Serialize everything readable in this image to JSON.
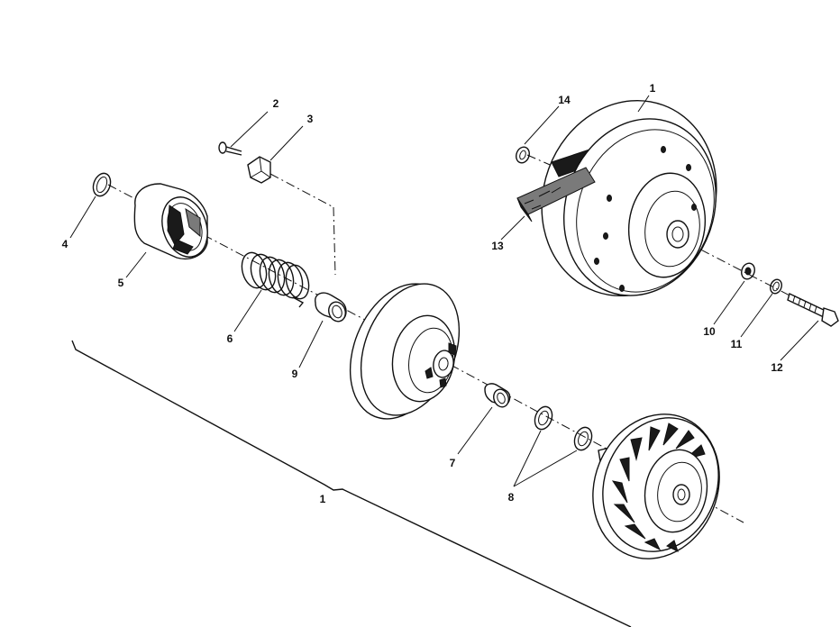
{
  "labels": {
    "1": "1",
    "2": "2",
    "3": "3",
    "4": "4",
    "5": "5",
    "6": "6",
    "7": "7",
    "8": "8",
    "9": "9",
    "10": "10",
    "11": "11",
    "12": "12",
    "13": "13",
    "14": "14"
  }
}
